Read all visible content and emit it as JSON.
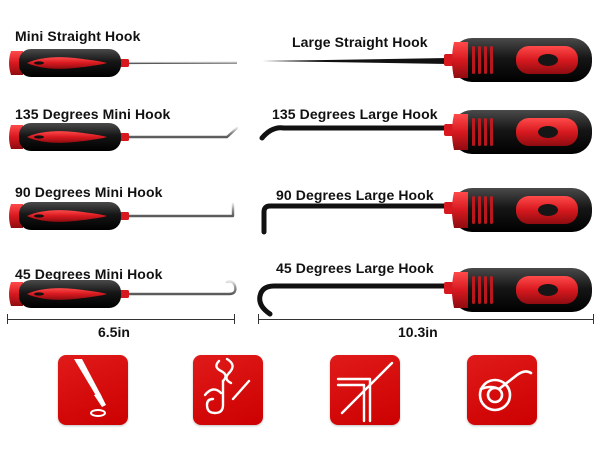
{
  "labels": {
    "mini_straight": "Mini Straight Hook",
    "mini_135": "135 Degrees Mini Hook",
    "mini_90": "90 Degrees Mini Hook",
    "mini_45": "45 Degrees Mini Hook",
    "large_straight": "Large Straight Hook",
    "large_135": "135 Degrees Large Hook",
    "large_90": "90 Degrees Large Hook",
    "large_45": "45 Degrees Large Hook"
  },
  "dimensions": {
    "mini_length": "6.5in",
    "large_length": "10.3in"
  },
  "icons": [
    "pick-and-oring-icon",
    "hose-hook-icon",
    "cable-seal-icon",
    "oring-removal-icon"
  ],
  "colors": {
    "handle_red": "#d7191f",
    "handle_black": "#161616",
    "badge_red": "#d10f0f",
    "shaft": "#8e8e8e"
  }
}
